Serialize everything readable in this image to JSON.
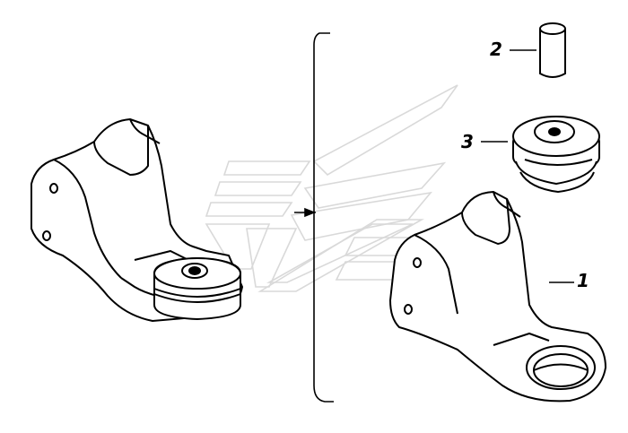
{
  "diagram": {
    "callouts": [
      {
        "id": "1",
        "label": "1"
      },
      {
        "id": "2",
        "label": "2"
      },
      {
        "id": "3",
        "label": "3"
      }
    ],
    "colors": {
      "line": "#000000",
      "background": "#ffffff",
      "watermark": "#d9d9d9"
    }
  }
}
